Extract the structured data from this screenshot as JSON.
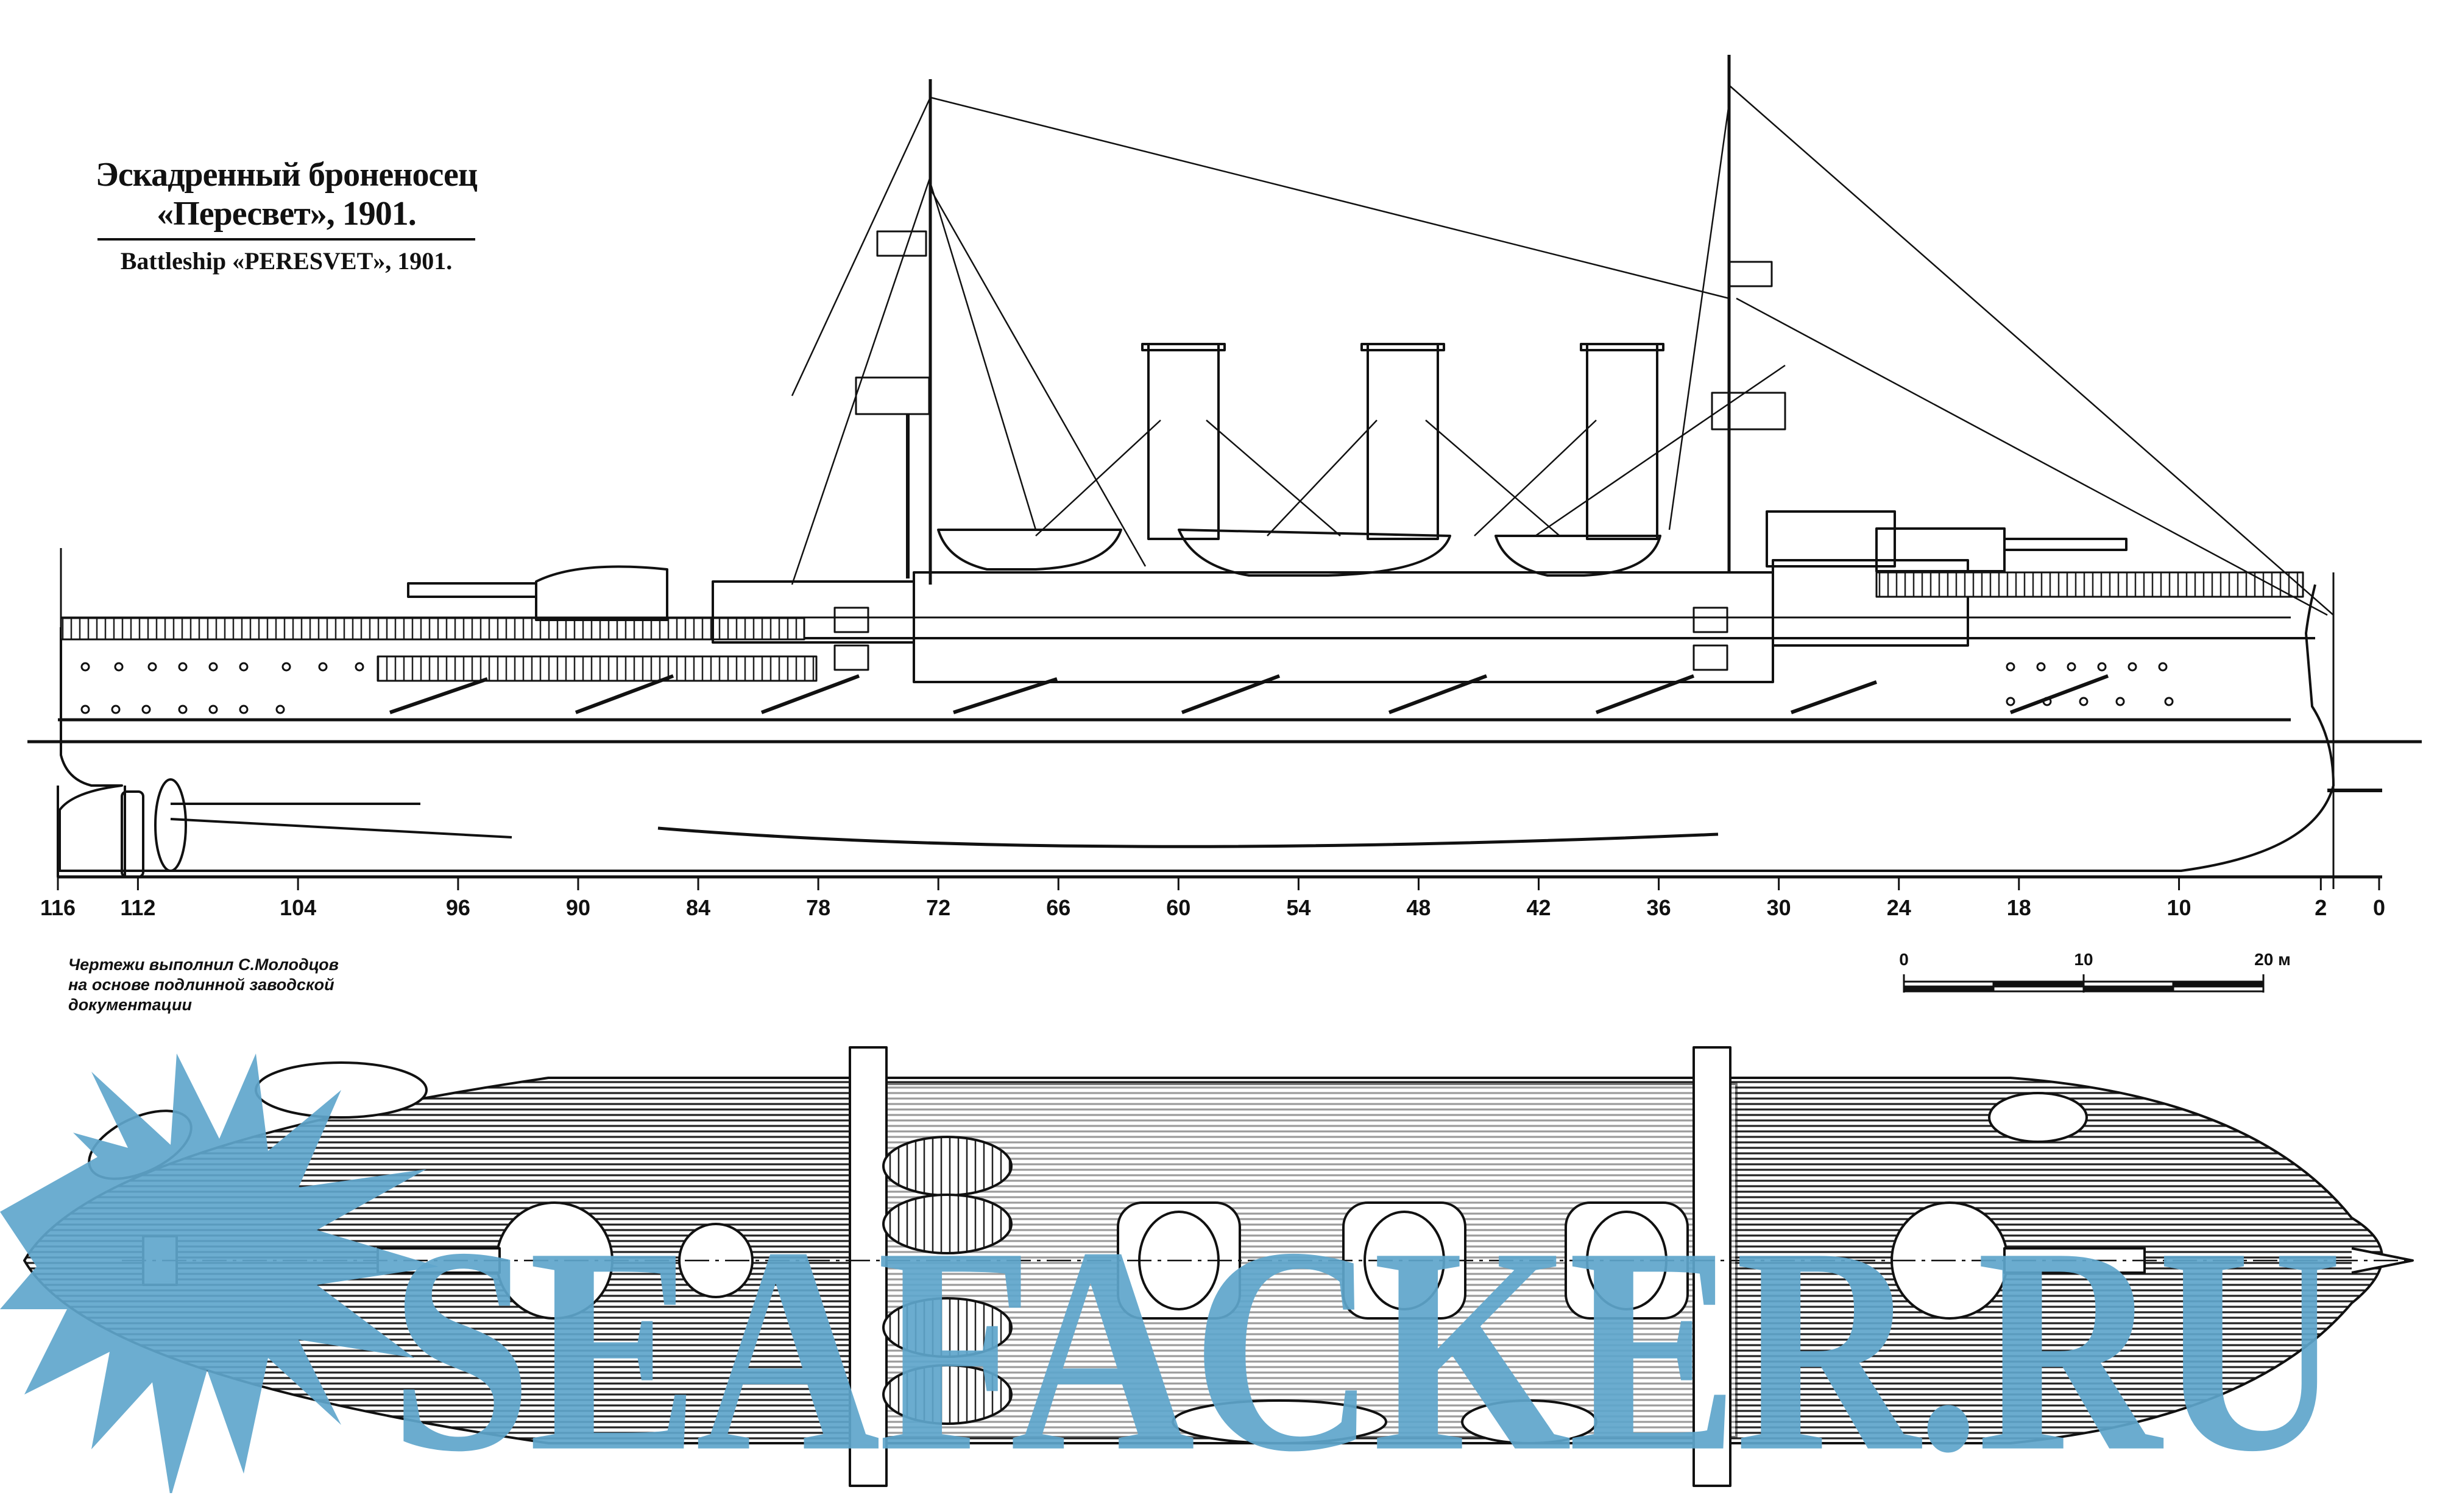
{
  "title": {
    "ru_line1": "Эскадренный броненосец",
    "ru_line2": "«Пересвет», 1901.",
    "en": "Battleship «PERESVET», 1901."
  },
  "credit": {
    "line1": "Чертежи выполнил С.Молодцов",
    "line2": "на основе подлинной заводской",
    "line3": "документации"
  },
  "frame_scale": {
    "labels": [
      "116",
      "112",
      "104",
      "96",
      "90",
      "84",
      "78",
      "72",
      "66",
      "60",
      "54",
      "48",
      "42",
      "36",
      "30",
      "24",
      "18",
      "10",
      "2",
      "0"
    ]
  },
  "metric_scale": {
    "labels": [
      "0",
      "10",
      "20 м"
    ],
    "unit": "м"
  },
  "views": {
    "side": "side-elevation",
    "plan": "deck-plan"
  },
  "watermark": {
    "text": "SEAFACKER.RU",
    "color": "#5fa6cc"
  },
  "colors": {
    "ink": "#111111",
    "paper": "#ffffff"
  }
}
